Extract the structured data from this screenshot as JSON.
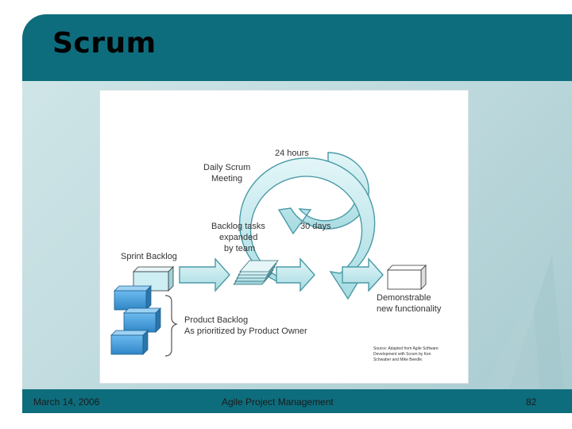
{
  "slide": {
    "title": "Scrum",
    "footer": {
      "date": "March 14, 2006",
      "center": "Agile Project Management",
      "page": "82"
    }
  },
  "diagram": {
    "labels": {
      "hours": "24 hours",
      "daily_scrum_1": "Daily Scrum",
      "daily_scrum_2": "Meeting",
      "days": "30 days",
      "backlog_tasks_1": "Backlog tasks",
      "backlog_tasks_2": "expanded",
      "backlog_tasks_3": "by team",
      "sprint_backlog": "Sprint Backlog",
      "product_backlog_1": "Product Backlog",
      "product_backlog_2": "As prioritized by Product Owner",
      "demonstrable_1": "Demonstrable",
      "demonstrable_2": "new functionality"
    },
    "source_note": [
      "Source: Adapted from Agile Software",
      "Development with Scrum by Ken",
      "Schwaber and Mike Beedle."
    ]
  },
  "colors": {
    "title_bar": "#0e6d7d",
    "block_fill": "#4aa3dd",
    "arrow_fill": "#bfe6eb",
    "arrow_stroke": "#4a9aa6"
  }
}
